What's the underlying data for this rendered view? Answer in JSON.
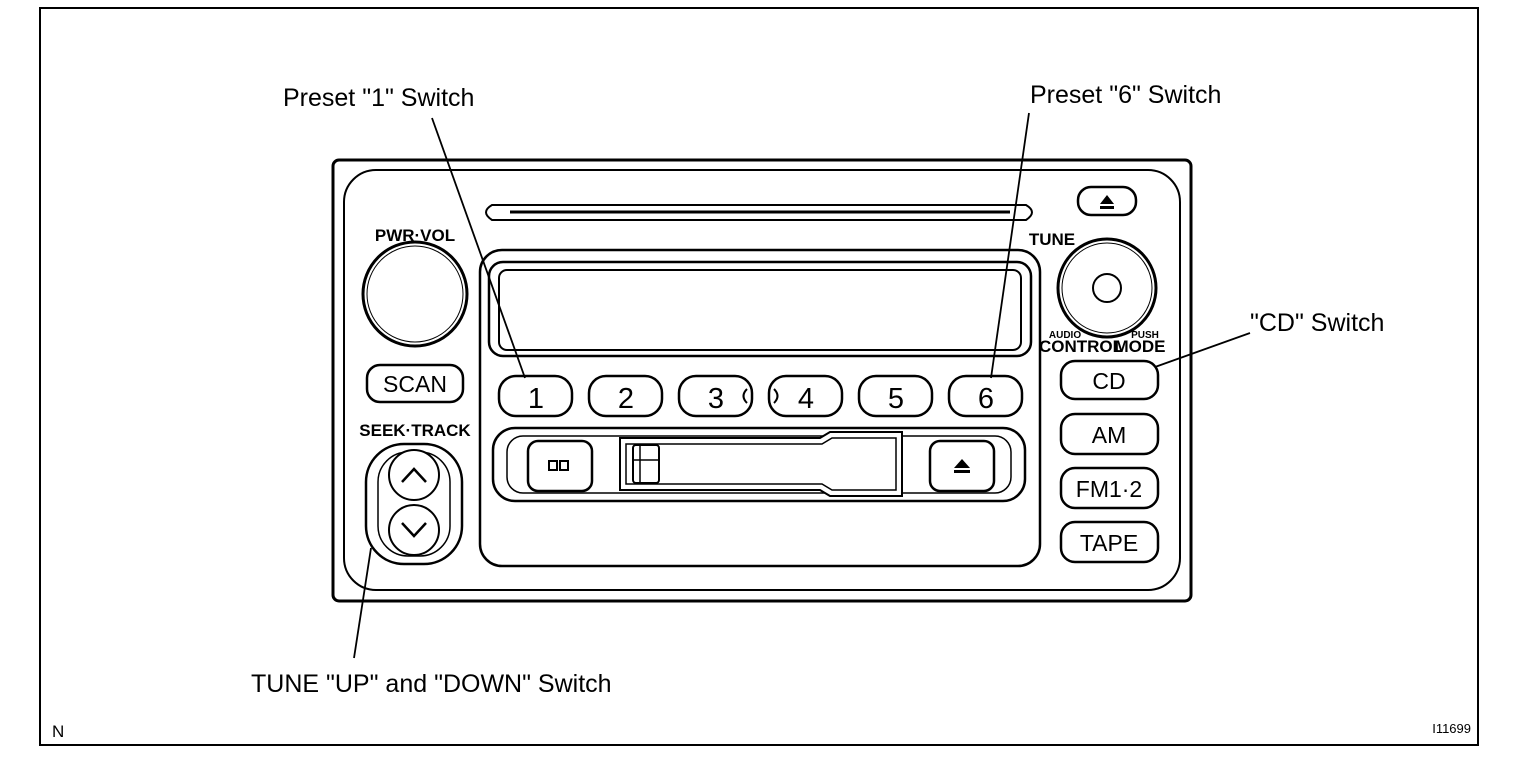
{
  "callouts": {
    "preset1": "Preset \"1\" Switch",
    "preset6": "Preset \"6\" Switch",
    "cd": "\"CD\" Switch",
    "tune_updown": "TUNE \"UP\" and \"DOWN\" Switch"
  },
  "panel": {
    "pwr_vol": "PWR·VOL",
    "tune": "TUNE",
    "audio": "AUDIO",
    "control": "CONTROL",
    "push": "PUSH",
    "mode": "MODE",
    "seek_track": "SEEK·TRACK",
    "scan": "SCAN",
    "presets": [
      "1",
      "2",
      "3",
      "4",
      "5",
      "6"
    ],
    "mode_buttons": {
      "cd": "CD",
      "am": "AM",
      "fm": "FM1·2",
      "tape": "TAPE"
    }
  },
  "footer": {
    "corner_mark": "N",
    "figure_id": "I11699"
  },
  "icons": {
    "cd_eject": "eject-icon",
    "tape_eject": "eject-icon",
    "tape_direction": "tape-direction-icon",
    "seek_up": "chevron-up-icon",
    "seek_down": "chevron-down-icon"
  }
}
